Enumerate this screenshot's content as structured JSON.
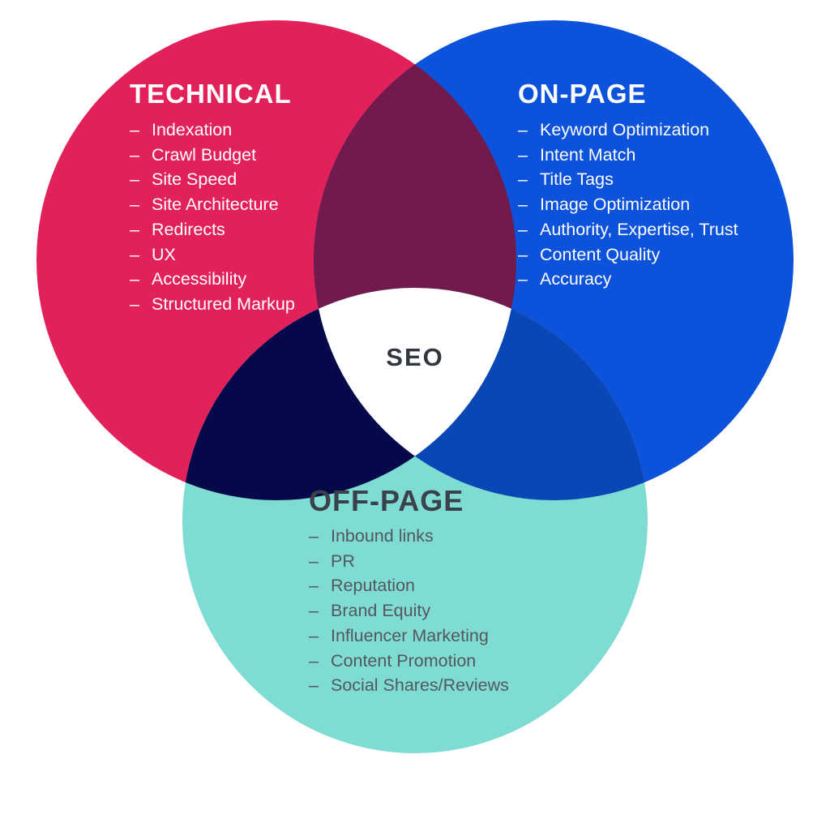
{
  "diagram": {
    "background": "#FFFFFF",
    "bullet": "–",
    "center": {
      "label": "SEO",
      "bg_color": "#FFFFFF",
      "text_color": "#31373E"
    },
    "sets": [
      {
        "id": "technical",
        "label": "TECHNICAL",
        "color": "#E2215A",
        "label_color": "#FFFFFF",
        "text_color": "#FFFFFF",
        "items": [
          "Indexation",
          "Crawl Budget",
          "Site Speed",
          "Site Architecture",
          "Redirects",
          "UX",
          "Accessibility",
          "Structured Markup"
        ]
      },
      {
        "id": "on-page",
        "label": "ON-PAGE",
        "color": "#0C52DB",
        "label_color": "#FFFFFF",
        "text_color": "#FFFFFF",
        "items": [
          "Keyword Optimization",
          "Intent Match",
          "Title Tags",
          "Image Optimization",
          "Authority, Expertise, Trust",
          "Content Quality",
          "Accuracy"
        ]
      },
      {
        "id": "off-page",
        "label": "OFF-PAGE",
        "color": "#7EDCD3",
        "label_color": "#3A414A",
        "text_color": "#54585E",
        "items": [
          "Inbound links",
          "PR",
          "Reputation",
          "Brand Equity",
          "Influencer Marketing",
          "Content Promotion",
          "Social Shares/Reviews"
        ]
      }
    ],
    "overlaps": {
      "technical_onpage": "#711A4B",
      "technical_offpage": "#05094A",
      "onpage_offpage": "#0847B5"
    }
  }
}
